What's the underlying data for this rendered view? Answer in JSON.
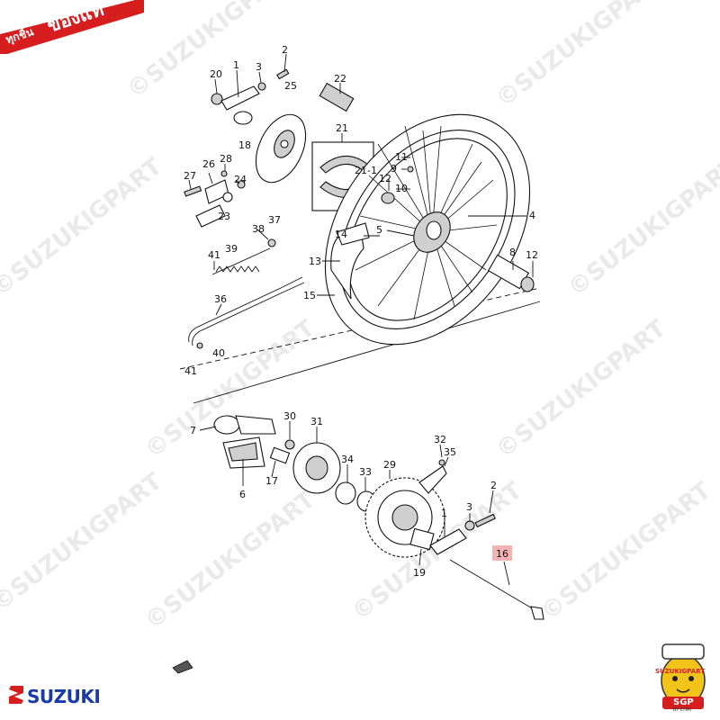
{
  "badge": {
    "line1": "ทุกชิ้น",
    "line2": "ของแท้",
    "color": "#d61e1e"
  },
  "watermark": "©SUZUKIGPART",
  "brand": {
    "name": "SUZUKI",
    "color": "#1a3aa8"
  },
  "mascot": {
    "name": "SUZUKIGPART",
    "initials": "SGP",
    "sub": "BY CHAI"
  },
  "highlight": {
    "label": "16",
    "color": "#f4b3b3"
  },
  "callouts": {
    "c20": "20",
    "c1a": "1",
    "c3a": "3",
    "c2a": "2",
    "c22": "22",
    "c25": "25",
    "c18a": "18",
    "c21": "21",
    "c21_1": "21-1",
    "c27": "27",
    "c26": "26",
    "c28": "28",
    "c24": "24",
    "c23": "23",
    "c38": "38",
    "c37": "37",
    "c41a": "41",
    "c39": "39",
    "c36": "36",
    "c40": "40",
    "c41b": "41",
    "c11": "11",
    "c9": "9",
    "c12a": "12",
    "c10": "10",
    "c5": "5",
    "c4": "4",
    "c14": "14",
    "c13": "13",
    "c15": "15",
    "c8": "8",
    "c12b": "12",
    "c7": "7",
    "c30": "30",
    "c31": "31",
    "c6": "6",
    "c17": "17",
    "c34": "34",
    "c33": "33",
    "c29": "29",
    "c32": "32",
    "c35": "35",
    "c1b": "1",
    "c3b": "3",
    "c2b": "2",
    "c19": "19",
    "c16": "16"
  }
}
